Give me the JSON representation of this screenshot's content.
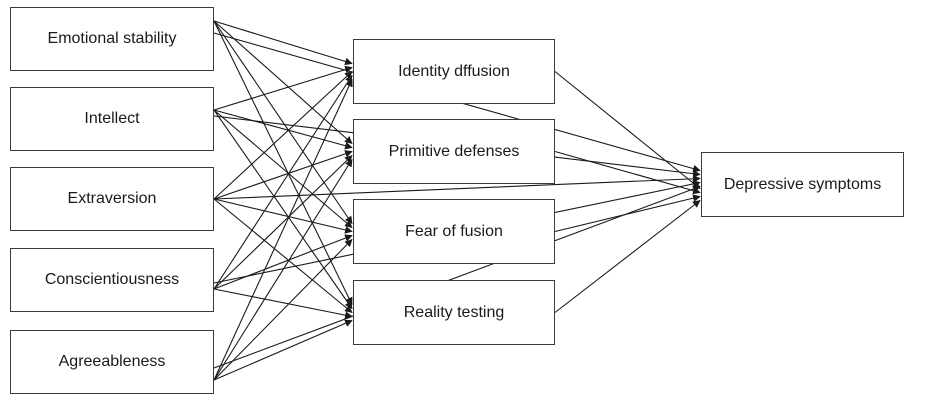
{
  "nodes": {
    "emotional_stability": "Emotional stability",
    "intellect": "Intellect",
    "extraversion": "Extraversion",
    "conscientiousness": "Conscientiousness",
    "agreeableness": "Agreeableness",
    "identity_diffusion": "Identity dffusion",
    "primitive_defenses": "Primitive defenses",
    "fear_of_fusion": "Fear of fusion",
    "reality_testing": "Reality testing",
    "depressive_symptoms": "Depressive symptoms"
  },
  "edges": [
    [
      "emotional_stability",
      "identity_diffusion"
    ],
    [
      "emotional_stability",
      "primitive_defenses"
    ],
    [
      "emotional_stability",
      "fear_of_fusion"
    ],
    [
      "emotional_stability",
      "reality_testing"
    ],
    [
      "intellect",
      "identity_diffusion"
    ],
    [
      "intellect",
      "primitive_defenses"
    ],
    [
      "intellect",
      "fear_of_fusion"
    ],
    [
      "intellect",
      "reality_testing"
    ],
    [
      "extraversion",
      "identity_diffusion"
    ],
    [
      "extraversion",
      "primitive_defenses"
    ],
    [
      "extraversion",
      "fear_of_fusion"
    ],
    [
      "extraversion",
      "reality_testing"
    ],
    [
      "conscientiousness",
      "identity_diffusion"
    ],
    [
      "conscientiousness",
      "primitive_defenses"
    ],
    [
      "conscientiousness",
      "fear_of_fusion"
    ],
    [
      "conscientiousness",
      "reality_testing"
    ],
    [
      "agreeableness",
      "identity_diffusion"
    ],
    [
      "agreeableness",
      "primitive_defenses"
    ],
    [
      "agreeableness",
      "fear_of_fusion"
    ],
    [
      "agreeableness",
      "reality_testing"
    ],
    [
      "emotional_stability",
      "depressive_symptoms"
    ],
    [
      "intellect",
      "depressive_symptoms"
    ],
    [
      "extraversion",
      "depressive_symptoms"
    ],
    [
      "conscientiousness",
      "depressive_symptoms"
    ],
    [
      "agreeableness",
      "depressive_symptoms"
    ],
    [
      "identity_diffusion",
      "depressive_symptoms"
    ],
    [
      "primitive_defenses",
      "depressive_symptoms"
    ],
    [
      "fear_of_fusion",
      "depressive_symptoms"
    ],
    [
      "reality_testing",
      "depressive_symptoms"
    ]
  ]
}
